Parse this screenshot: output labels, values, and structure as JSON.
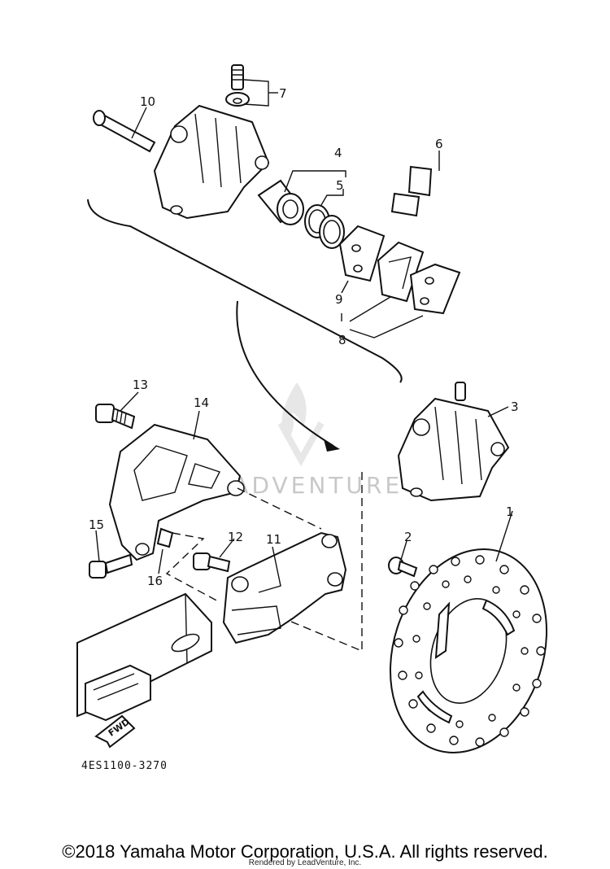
{
  "diagram": {
    "callouts": [
      "1",
      "2",
      "3",
      "4",
      "5",
      "6",
      "7",
      "8",
      "9",
      "10",
      "11",
      "12",
      "13",
      "14",
      "15",
      "16"
    ],
    "drawing_code": "4ES1100-3270",
    "fwd_label": "FWD",
    "watermark": "LEADVENTURE"
  },
  "footer": {
    "copyright": "©2018 Yamaha Motor Corporation, U.S.A. All rights reserved.",
    "rendered_by": "Rendered by LeadVenture, Inc."
  }
}
